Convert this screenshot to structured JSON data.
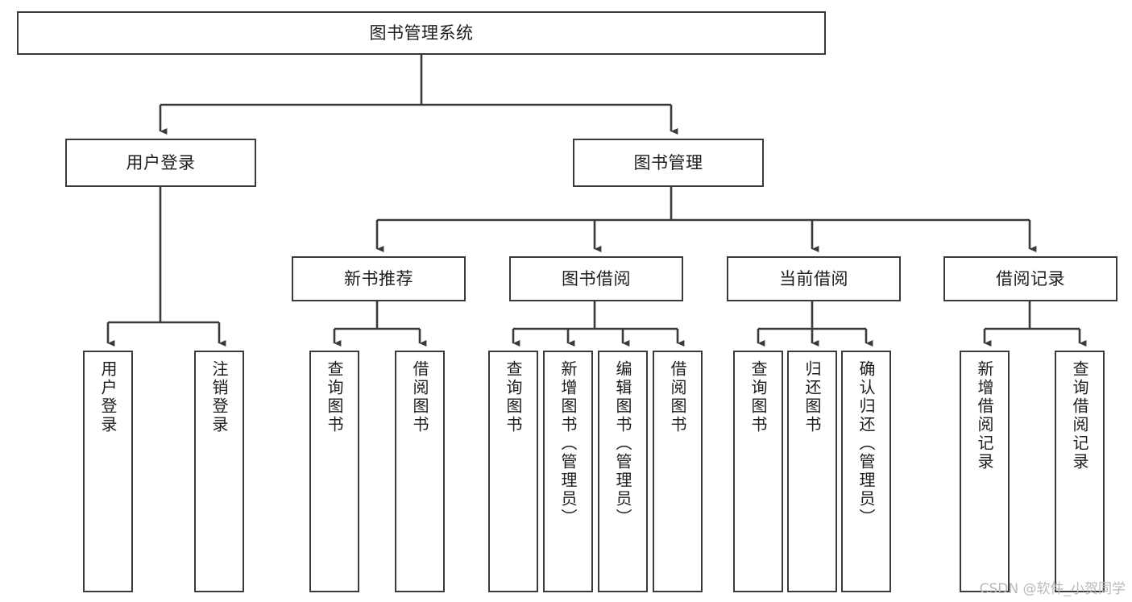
{
  "diagram": {
    "title": "图书管理系统",
    "watermark": "CSDN @软件_小贺同学",
    "accent_color": "#3a3a3a",
    "text_color": "#1d1d1d",
    "background_color": "#ffffff",
    "levels": {
      "root": {
        "label": "图书管理系统"
      },
      "level2": [
        {
          "label": "用户登录"
        },
        {
          "label": "图书管理"
        }
      ],
      "level3": [
        {
          "label": "新书推荐"
        },
        {
          "label": "图书借阅"
        },
        {
          "label": "当前借阅"
        },
        {
          "label": "借阅记录"
        }
      ],
      "leaves": {
        "user_login": [
          {
            "label": "用户登录"
          },
          {
            "label": "注销登录"
          }
        ],
        "new_book_recommend": [
          {
            "label": "查询图书"
          },
          {
            "label": "借阅图书"
          }
        ],
        "book_borrow": [
          {
            "label": "查询图书"
          },
          {
            "label": "新增图书（管理员）"
          },
          {
            "label": "编辑图书（管理员）"
          },
          {
            "label": "借阅图书"
          }
        ],
        "current_borrow": [
          {
            "label": "查询图书"
          },
          {
            "label": "归还图书"
          },
          {
            "label": "确认归还（管理员）"
          }
        ],
        "borrow_record": [
          {
            "label": "新增借阅记录"
          },
          {
            "label": "查询借阅记录"
          }
        ]
      }
    }
  }
}
